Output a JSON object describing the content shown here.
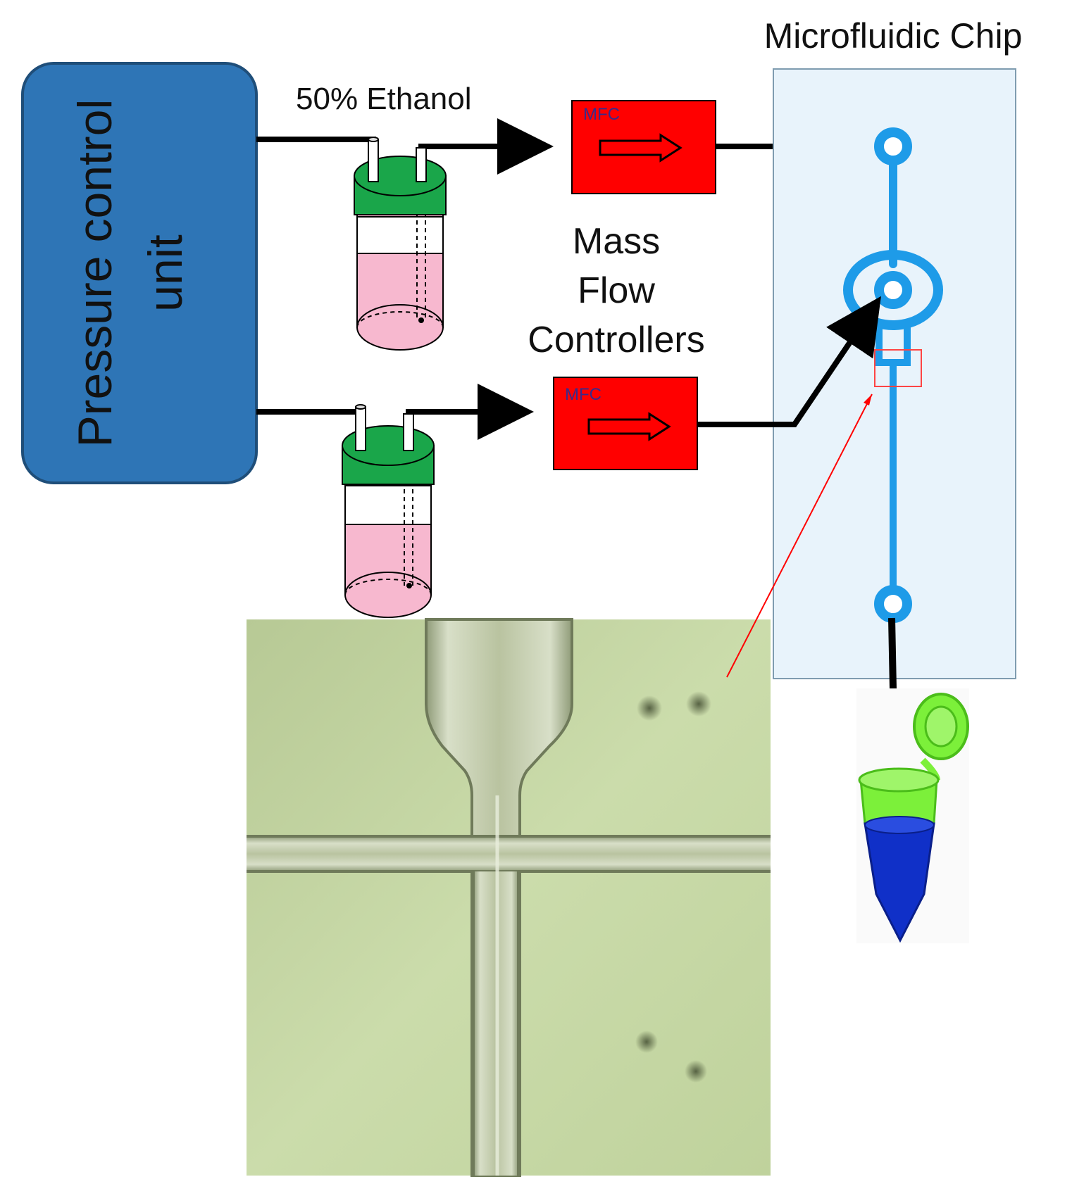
{
  "title": "Microfluidic Chip",
  "pressure_unit": {
    "line1": "Pressure control",
    "line2": "unit"
  },
  "reservoir_label": "50% Ethanol",
  "mfc": {
    "top_label": "MFC",
    "bottom_label": "MFC"
  },
  "mfc_caption": {
    "line1": "Mass",
    "line2": "Flow",
    "line3": "Controllers"
  },
  "colors": {
    "pressure_unit": "#2e75b6",
    "mfc": "#ff0000",
    "vial_cap": "#1aa64a",
    "vial_liquid": "#f7b8cf",
    "chip_bg": "#e8f3fb",
    "channel": "#1e9be8",
    "tube_lid": "#7cf03a",
    "tube_body": "#1030c8",
    "micrograph_bg": "#c7d7a2"
  }
}
